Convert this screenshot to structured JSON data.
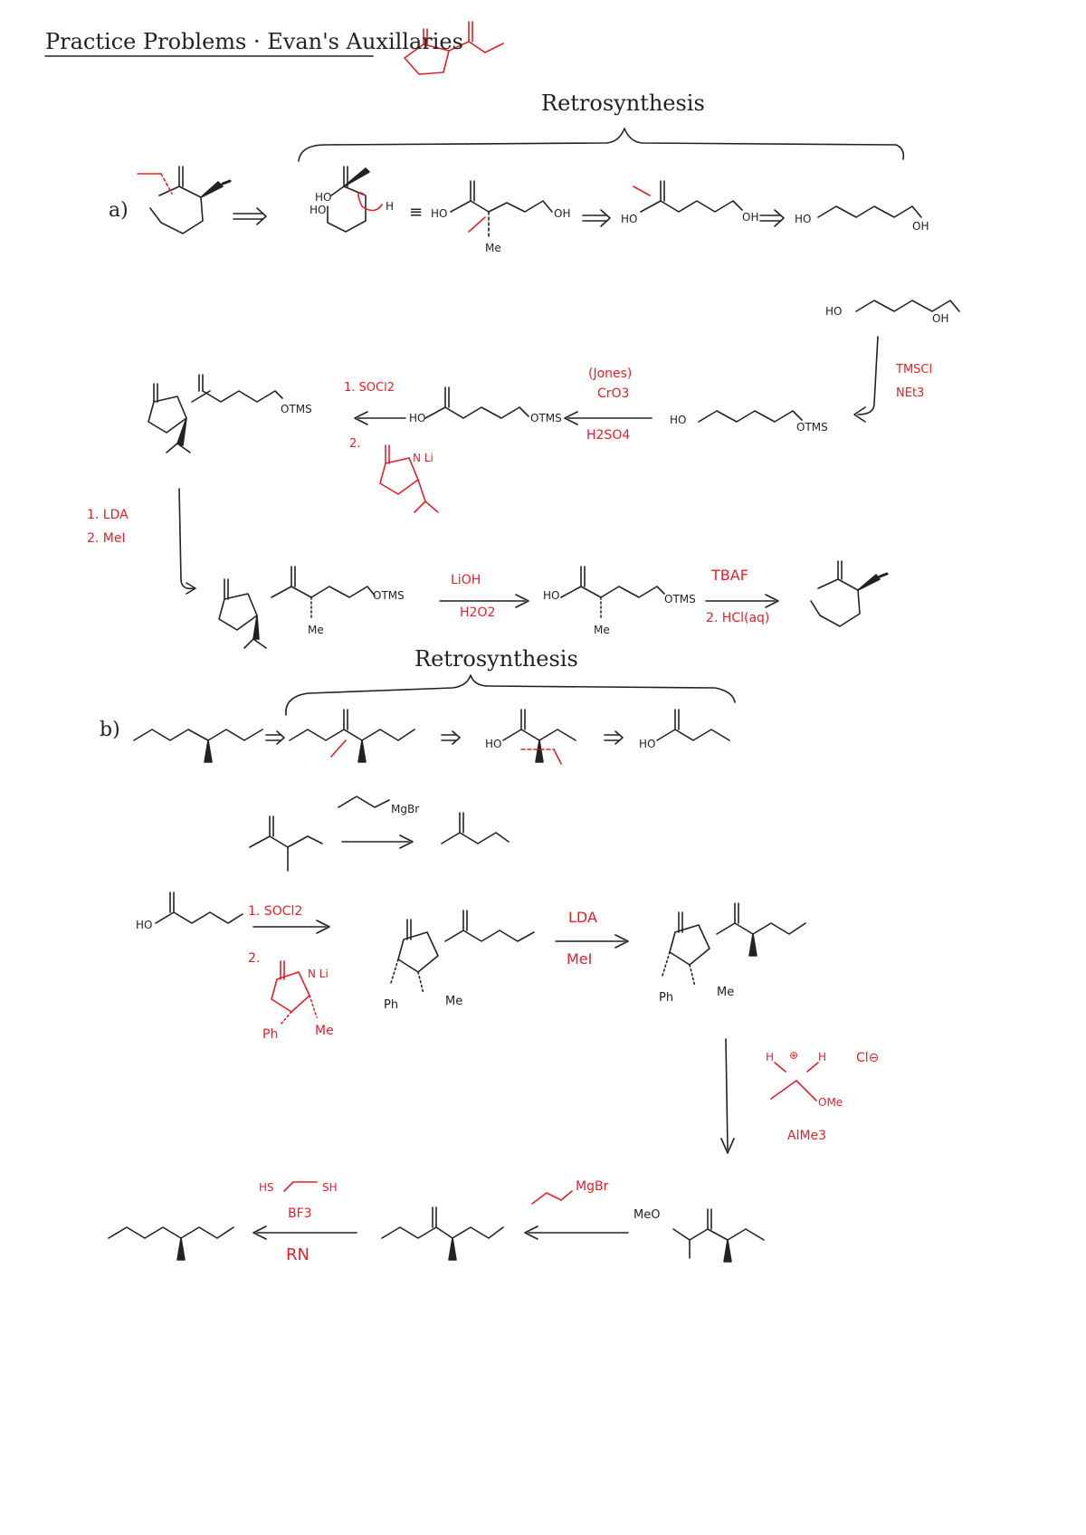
{
  "title": "Practice Problems · Evan's Auxillaries",
  "colors": {
    "ink": "#222222",
    "red": "#e0202a"
  },
  "headings": {
    "retro_a": "Retrosynthesis",
    "retro_b": "Retrosynthesis"
  },
  "problem_a": {
    "label": "a)",
    "retro": {
      "equiv": "≡",
      "ho1": "HO",
      "ho2": "HO",
      "h": "H",
      "ho3": "HO",
      "oh1": "OH",
      "me": "Me",
      "ho4": "HO",
      "oh2": "OH",
      "ho5": "HO",
      "oh3": "OH"
    },
    "forward": {
      "start_ho": "HO",
      "start_oh": "OH",
      "tmscl": "TMSCl",
      "net3": "NEt3",
      "mono_ho": "HO",
      "mono_otms": "OTMS",
      "jones": "(Jones)",
      "cro3": "CrO3",
      "h2so4": "H2SO4",
      "acid_ho": "HO",
      "acid_otms": "OTMS",
      "step1": "1. SOCl2",
      "step2": "2.",
      "li": "N Li",
      "imide_otms": "OTMS",
      "lda": "1. LDA",
      "mei": "2. MeI",
      "alk_otms": "OTMS",
      "alk_me": "Me",
      "lioh": "LiOH",
      "h2o2": "H2O2",
      "acid2_ho": "HO",
      "acid2_otms": "OTMS",
      "acid2_me": "Me",
      "tbaf": "TBAF",
      "hcl": "2. HCl(aq)"
    }
  },
  "problem_b": {
    "label": "b)",
    "retro": {
      "ho1": "HO",
      "ho2": "HO"
    },
    "weinreb_demo": {
      "mgbr": "MgBr"
    },
    "forward": {
      "acid_ho": "HO",
      "step1": "1. SOCl2",
      "step2": "2.",
      "li": "N Li",
      "ph": "Ph",
      "me": "Me",
      "imide_ph": "Ph",
      "imide_me": "Me",
      "lda": "LDA",
      "mei": "MeI",
      "alk_ph": "Ph",
      "alk_me": "Me",
      "h": "H",
      "h2": "H",
      "plus": "⊕",
      "cl": "Cl⊖",
      "ome": "OMe",
      "almes": "AlMe3",
      "meo": "MeO",
      "mgbr": "MgBr",
      "hs": "HS",
      "sh": "SH",
      "bf3": "BF3",
      "rn": "RN"
    }
  }
}
